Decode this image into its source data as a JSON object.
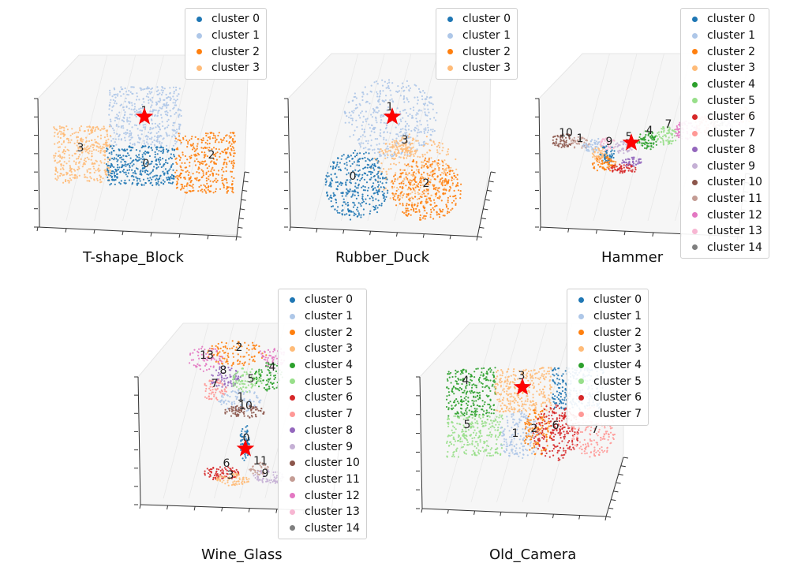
{
  "palette": [
    "#1f77b4",
    "#aec7e8",
    "#ff7f0e",
    "#ffbb78",
    "#2ca02c",
    "#98df8a",
    "#d62728",
    "#ff9896",
    "#9467bd",
    "#c5b0d5",
    "#8c564b",
    "#c49c94",
    "#e377c2",
    "#f7b6d2",
    "#7f7f7f"
  ],
  "chart_data": [
    {
      "type": "scatter",
      "title": "T-shape_Block",
      "legend": [
        "cluster 0",
        "cluster 1",
        "cluster 2",
        "cluster 3"
      ],
      "cluster_labels": [
        "0",
        "1",
        "2",
        "3"
      ],
      "marker": "star"
    },
    {
      "type": "scatter",
      "title": "Rubber_Duck",
      "legend": [
        "cluster 0",
        "cluster 1",
        "cluster 2",
        "cluster 3"
      ],
      "cluster_labels": [
        "0",
        "1",
        "2",
        "3"
      ],
      "marker": "star"
    },
    {
      "type": "scatter",
      "title": "Hammer",
      "legend": [
        "cluster 0",
        "cluster 1",
        "cluster 2",
        "cluster 3",
        "cluster 4",
        "cluster 5",
        "cluster 6",
        "cluster 7",
        "cluster 8",
        "cluster 9",
        "cluster 10",
        "cluster 11",
        "cluster 12",
        "cluster 13",
        "cluster 14"
      ],
      "cluster_labels": [
        "10",
        "1",
        "9",
        "5",
        "4",
        "7"
      ],
      "marker": "star"
    },
    {
      "type": "scatter",
      "title": "Wine_Glass",
      "legend": [
        "cluster 0",
        "cluster 1",
        "cluster 2",
        "cluster 3",
        "cluster 4",
        "cluster 5",
        "cluster 6",
        "cluster 7",
        "cluster 8",
        "cluster 9",
        "cluster 10",
        "cluster 11",
        "cluster 12",
        "cluster 13",
        "cluster 14"
      ],
      "cluster_labels": [
        "2",
        "13",
        "8",
        "5",
        "4",
        "7",
        "1",
        "10",
        "0",
        "6",
        "11",
        "3",
        "9"
      ],
      "marker": "star"
    },
    {
      "type": "scatter",
      "title": "Old_Camera",
      "legend": [
        "cluster 0",
        "cluster 1",
        "cluster 2",
        "cluster 3",
        "cluster 4",
        "cluster 5",
        "cluster 6",
        "cluster 7"
      ],
      "cluster_labels": [
        "4",
        "3",
        "5",
        "1",
        "2",
        "6",
        "7"
      ],
      "marker": "star"
    }
  ]
}
